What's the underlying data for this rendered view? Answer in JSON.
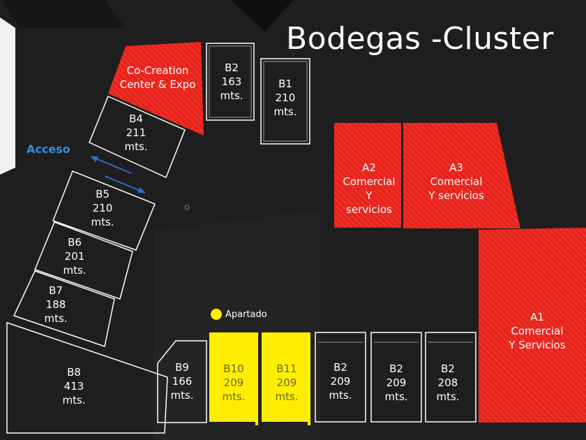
{
  "title": "Bodegas -Cluster",
  "access_label": "Acceso",
  "legend": {
    "label": "Apartado",
    "color": "#ffee00"
  },
  "colors": {
    "background": "#1e1e1f",
    "commercial": "#e8231b",
    "reserved": "#ffee00",
    "unit_outline": "#ffffff",
    "access": "#2f8fe0"
  },
  "units": {
    "b2_top": {
      "name": "B2",
      "area": "163",
      "unit": "mts."
    },
    "b1": {
      "name": "B1",
      "area": "210",
      "unit": "mts."
    },
    "b4": {
      "name": "B4",
      "area": "211",
      "unit": "mts."
    },
    "b5": {
      "name": "B5",
      "area": "210",
      "unit": "mts."
    },
    "b6": {
      "name": "B6",
      "area": "201",
      "unit": "mts."
    },
    "b7": {
      "name": "B7",
      "area": "188",
      "unit": "mts."
    },
    "b8": {
      "name": "B8",
      "area": "413",
      "unit": "mts."
    },
    "b9": {
      "name": "B9",
      "area": "166",
      "unit": "mts."
    },
    "b10": {
      "name": "B10",
      "area": "209",
      "unit": "mts.",
      "status": "Apartado"
    },
    "b11": {
      "name": "B11",
      "area": "209",
      "unit": "mts.",
      "status": "Apartado"
    },
    "b2_a": {
      "name": "B2",
      "area": "209",
      "unit": "mts."
    },
    "b2_b": {
      "name": "B2",
      "area": "209",
      "unit": "mts."
    },
    "b2_c": {
      "name": "B2",
      "area": "208",
      "unit": "mts."
    }
  },
  "commercial": {
    "cocreation": {
      "line1": "Co-Creation",
      "line2": "Center & Expo"
    },
    "a2": {
      "name": "A2",
      "line1": "Comercial",
      "line2": "Y",
      "line3": "servicios"
    },
    "a3": {
      "name": "A3",
      "line1": "Comercial",
      "line2": "Y servicios"
    },
    "a1": {
      "name": "A1",
      "line1": "Comercial",
      "line2": "Y Servicios"
    }
  }
}
